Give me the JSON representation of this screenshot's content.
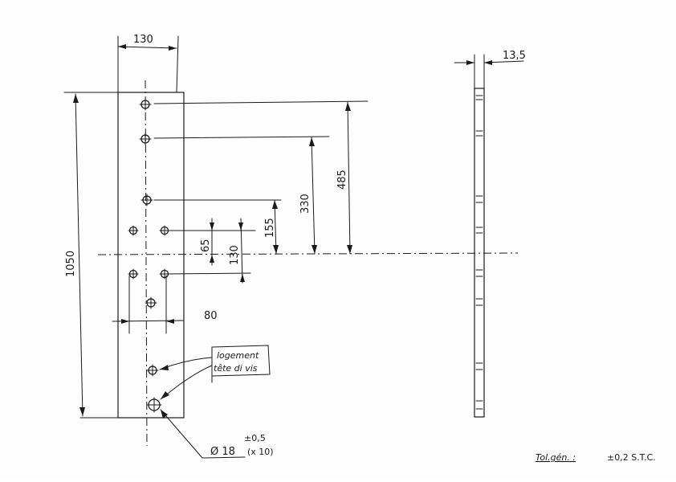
{
  "drawing": {
    "dimensions": {
      "plate_width": "130",
      "thickness": "13,5",
      "total_length": "1050",
      "dim_485": "485",
      "dim_330": "330",
      "dim_155": "155",
      "dim_65": "65",
      "dim_130_vertical": "130",
      "dim_80": "80"
    },
    "labels": {
      "logement_line1": "logement",
      "logement_line2": "tête di vis",
      "hole_diameter": "Ø 18",
      "hole_tolerance": "±0,5",
      "hole_count": "(x 10)",
      "tolerance_label": "Tol.gén. :",
      "tolerance_value": "±0,2  S.T.C."
    }
  }
}
